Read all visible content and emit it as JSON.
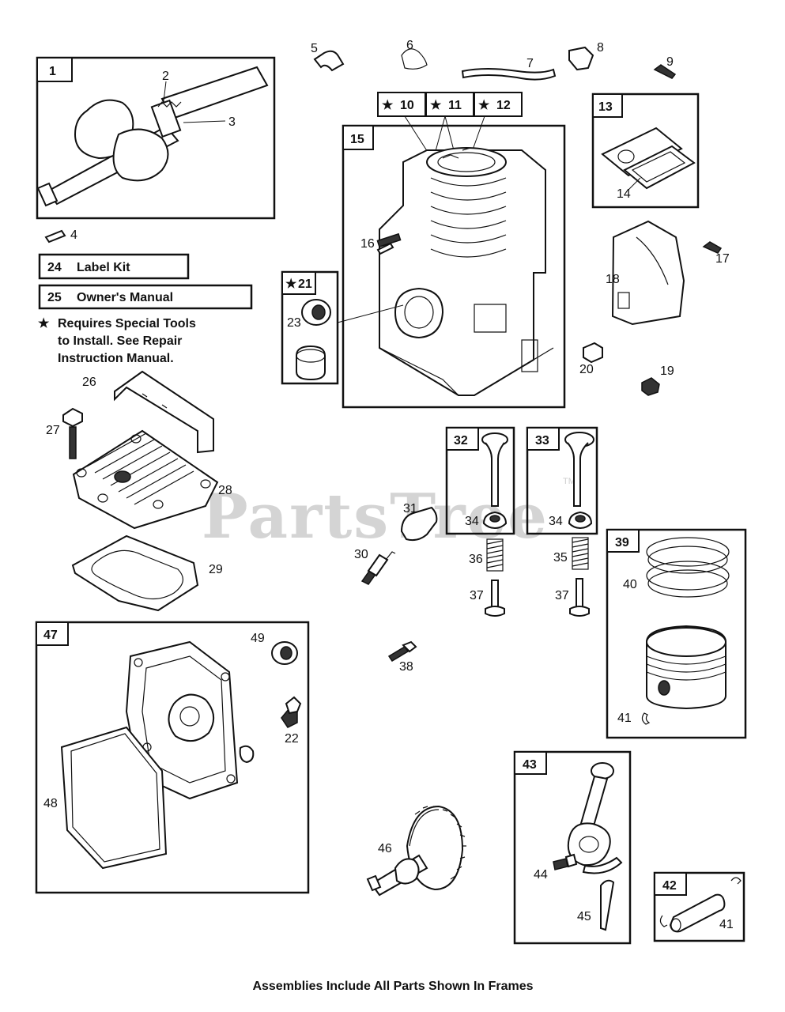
{
  "watermark": {
    "text": "PartsTree",
    "tm": "TM"
  },
  "labels": {
    "p1": "1",
    "p2": "2",
    "p3": "3",
    "p4": "4",
    "p5": "5",
    "p6": "6",
    "p7": "7",
    "p8": "8",
    "p9": "9",
    "p10": "10",
    "p11": "11",
    "p12": "12",
    "p13": "13",
    "p14": "14",
    "p15": "15",
    "p16": "16",
    "p17": "17",
    "p18": "18",
    "p19": "19",
    "p20": "20",
    "p21": "21",
    "p22": "22",
    "p23": "23",
    "p26": "26",
    "p27": "27",
    "p28": "28",
    "p29": "29",
    "p30": "30",
    "p31": "31",
    "p32": "32",
    "p33": "33",
    "p34a": "34",
    "p34b": "34",
    "p35": "35",
    "p36": "36",
    "p37a": "37",
    "p37b": "37",
    "p38": "38",
    "p39": "39",
    "p40": "40",
    "p41a": "41",
    "p41b": "41",
    "p42": "42",
    "p43": "43",
    "p44": "44",
    "p45": "45",
    "p46": "46",
    "p47": "47",
    "p48": "48",
    "p49": "49"
  },
  "kits": {
    "label_kit_num": "24",
    "label_kit_text": "Label Kit",
    "manual_num": "25",
    "manual_text": "Owner's Manual"
  },
  "note": {
    "star": "★",
    "line1": "Requires Special Tools",
    "line2": "to Install. See Repair",
    "line3": "Instruction Manual."
  },
  "star": "★",
  "footer": "Assemblies Include All Parts Shown In Frames"
}
